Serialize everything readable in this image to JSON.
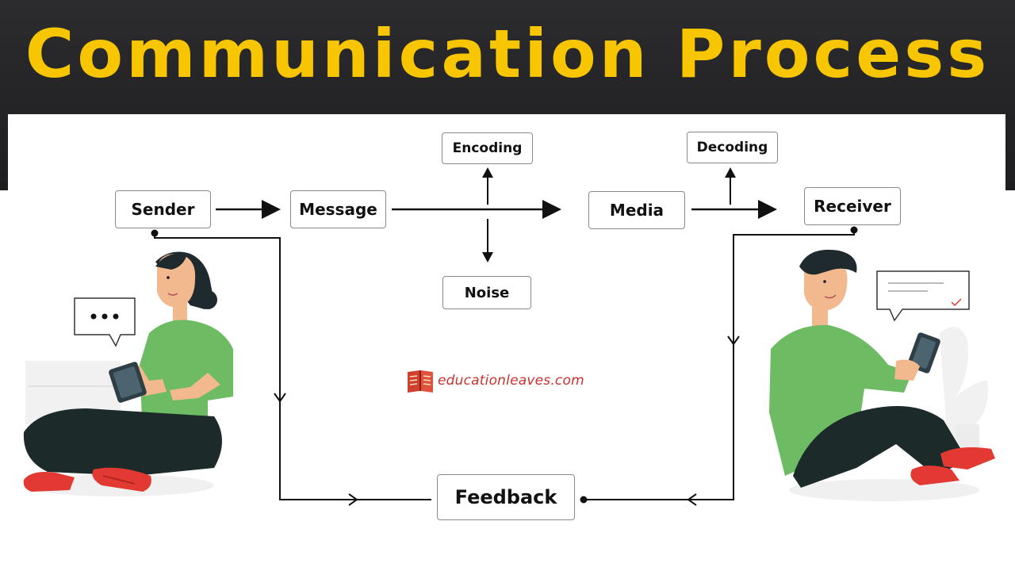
{
  "title": "Communication Process",
  "nodes": {
    "sender": "Sender",
    "message": "Message",
    "encoding": "Encoding",
    "noise": "Noise",
    "media": "Media",
    "decoding": "Decoding",
    "receiver": "Receiver",
    "feedback": "Feedback"
  },
  "watermark": "educationleaves.com",
  "colors": {
    "header_bg": "#1e1e20",
    "title": "#f7c600",
    "shirt": "#6dbb63",
    "pants": "#1c2a2a",
    "shoes": "#e23a33",
    "skin": "#f3b98e",
    "hair": "#1e2a2e"
  },
  "icons": [
    "book-icon",
    "chat-bubble-icon",
    "phone-icon"
  ]
}
